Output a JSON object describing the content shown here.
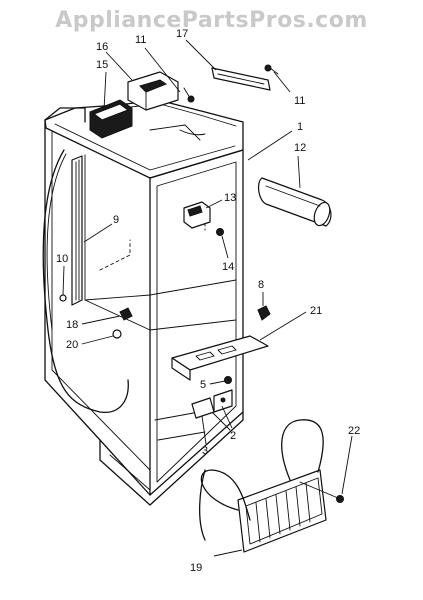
{
  "watermark": "AppliancePartsPros.com",
  "callouts": [
    {
      "id": "1",
      "text": "1"
    },
    {
      "id": "2",
      "text": "2"
    },
    {
      "id": "3",
      "text": "3"
    },
    {
      "id": "5",
      "text": "5"
    },
    {
      "id": "8",
      "text": "8"
    },
    {
      "id": "9",
      "text": "9"
    },
    {
      "id": "10",
      "text": "10"
    },
    {
      "id": "11a",
      "text": "11"
    },
    {
      "id": "11b",
      "text": "11"
    },
    {
      "id": "12",
      "text": "12"
    },
    {
      "id": "13",
      "text": "13"
    },
    {
      "id": "14",
      "text": "14"
    },
    {
      "id": "15",
      "text": "15"
    },
    {
      "id": "16",
      "text": "16"
    },
    {
      "id": "17",
      "text": "17"
    },
    {
      "id": "18",
      "text": "18"
    },
    {
      "id": "19",
      "text": "19"
    },
    {
      "id": "20",
      "text": "20"
    },
    {
      "id": "21",
      "text": "21"
    },
    {
      "id": "22",
      "text": "22"
    }
  ]
}
